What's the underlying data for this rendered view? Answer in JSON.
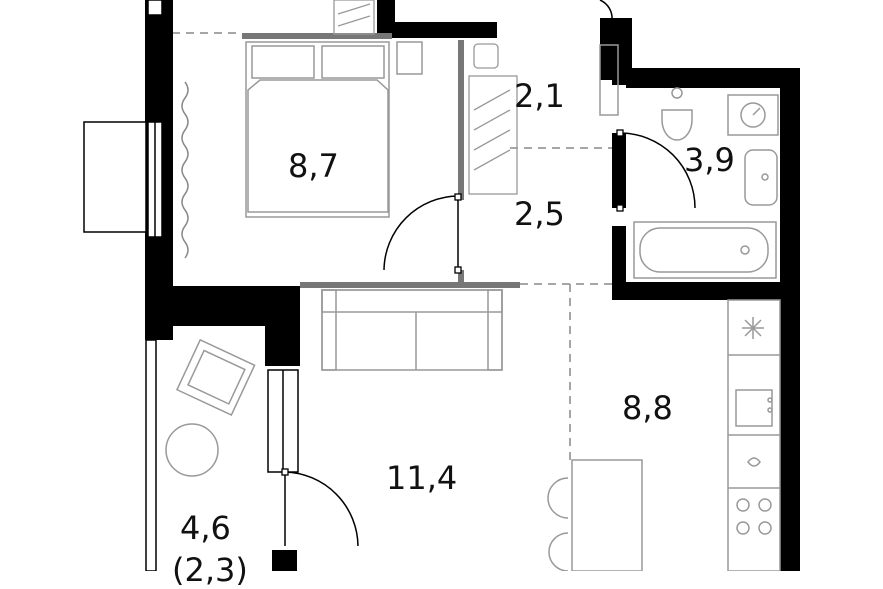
{
  "rooms": [
    {
      "id": "bedroom",
      "area": "8,7"
    },
    {
      "id": "wardrobe",
      "area": "2,1"
    },
    {
      "id": "bathroom",
      "area": "3,9"
    },
    {
      "id": "hall",
      "area": "2,5"
    },
    {
      "id": "kitchen",
      "area": "8,8"
    },
    {
      "id": "living",
      "area": "11,4"
    },
    {
      "id": "loggia",
      "area": "4,6",
      "sub": "(2,3)"
    }
  ],
  "colors": {
    "wall": "#000000",
    "line": "#8a8a8a",
    "furniture": "#9a9a9a"
  }
}
